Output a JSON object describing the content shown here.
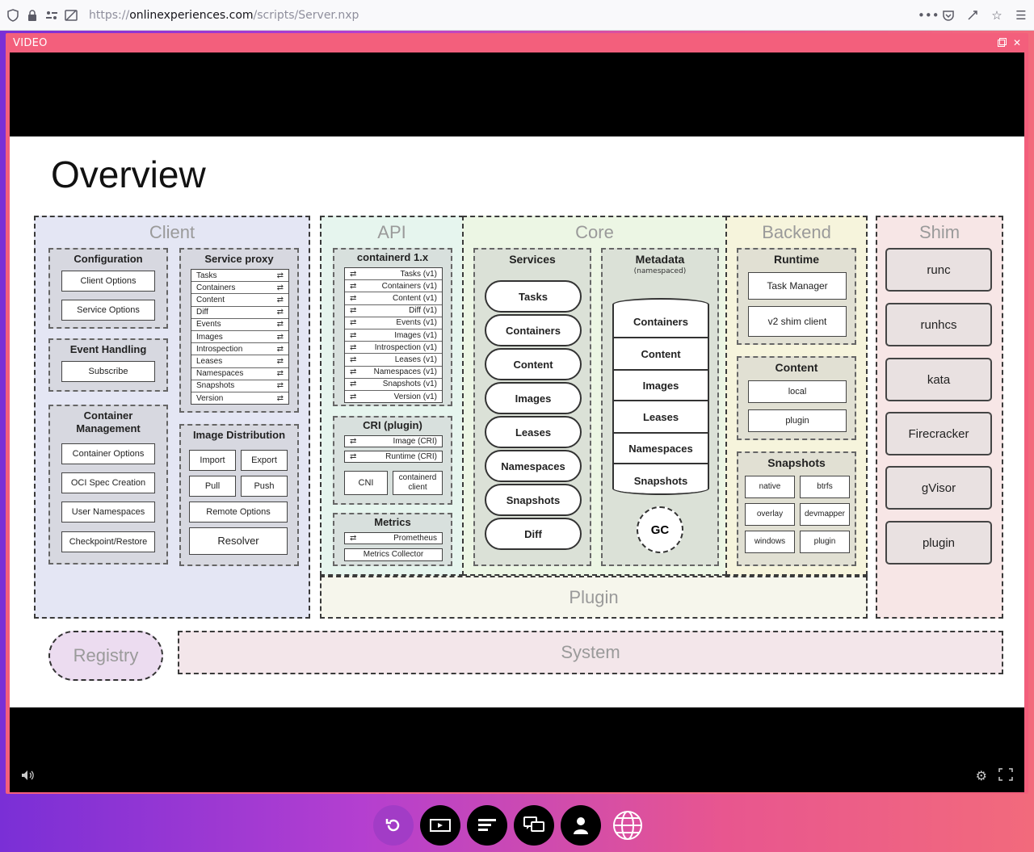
{
  "browser": {
    "url_prefix": "https://",
    "url_host": "onlinexperiences.com",
    "url_path": "/scripts/Server.nxp"
  },
  "video": {
    "label": "VIDEO"
  },
  "slide": {
    "title": "Overview",
    "regions": {
      "client": "Client",
      "api": "API",
      "core": "Core",
      "backend": "Backend",
      "shim": "Shim",
      "plugin": "Plugin",
      "registry": "Registry",
      "system": "System"
    },
    "client": {
      "configuration": {
        "title": "Configuration",
        "items": [
          "Client Options",
          "Service Options"
        ]
      },
      "event_handling": {
        "title": "Event Handling",
        "items": [
          "Subscribe"
        ]
      },
      "container_management": {
        "title_line1": "Container",
        "title_line2": "Management",
        "items": [
          "Container Options",
          "OCI Spec Creation",
          "User Namespaces",
          "Checkpoint/Restore"
        ]
      },
      "service_proxy": {
        "title": "Service proxy",
        "items": [
          "Tasks",
          "Containers",
          "Content",
          "Diff",
          "Events",
          "Images",
          "Introspection",
          "Leases",
          "Namespaces",
          "Snapshots",
          "Version"
        ]
      },
      "image_distribution": {
        "title": "Image Distribution",
        "items": [
          "Import",
          "Export",
          "Pull",
          "Push",
          "Remote Options",
          "Resolver"
        ]
      }
    },
    "api": {
      "containerd": {
        "title": "containerd 1.x",
        "items": [
          "Tasks (v1)",
          "Containers (v1)",
          "Content (v1)",
          "Diff (v1)",
          "Events (v1)",
          "Images (v1)",
          "Introspection (v1)",
          "Leases (v1)",
          "Namespaces (v1)",
          "Snapshots (v1)",
          "Version (v1)"
        ]
      },
      "cri": {
        "title": "CRI (plugin)",
        "items": [
          "Image (CRI)",
          "Runtime (CRI)"
        ],
        "cni": "CNI",
        "containerd_client_line1": "containerd",
        "containerd_client_line2": "client"
      },
      "metrics": {
        "title": "Metrics",
        "items": [
          "Prometheus",
          "Metrics Collector"
        ]
      }
    },
    "core": {
      "services": {
        "title": "Services",
        "items": [
          "Tasks",
          "Containers",
          "Content",
          "Images",
          "Leases",
          "Namespaces",
          "Snapshots",
          "Diff"
        ]
      },
      "metadata": {
        "title": "Metadata",
        "subtitle": "(namespaced)",
        "items": [
          "Containers",
          "Content",
          "Images",
          "Leases",
          "Namespaces",
          "Snapshots"
        ],
        "gc": "GC"
      }
    },
    "backend": {
      "runtime": {
        "title": "Runtime",
        "items": [
          "Task Manager",
          "v2 shim client"
        ]
      },
      "content": {
        "title": "Content",
        "items": [
          "local",
          "plugin"
        ]
      },
      "snapshots": {
        "title": "Snapshots",
        "items": [
          "native",
          "btrfs",
          "overlay",
          "devmapper",
          "windows",
          "plugin"
        ]
      }
    },
    "shim": {
      "items": [
        "runc",
        "runhcs",
        "kata",
        "Firecracker",
        "gVisor",
        "plugin"
      ]
    }
  },
  "colors": {
    "accent_pink": "#f35f7c",
    "accent_purple": "#7a2fd6",
    "client_bg": "#e4e6f4",
    "api_bg": "#e6f5ee",
    "core_bg": "#ecf6e4",
    "backend_bg": "#f6f4dc",
    "shim_bg": "#f7e6e6",
    "plugin_bg": "#f6f6ec",
    "system_bg": "#f3e6ea",
    "registry_bg": "#ecdcf0"
  },
  "dock": {
    "buttons": [
      "refresh-icon",
      "slides-icon",
      "agenda-icon",
      "chat-icon",
      "profile-icon",
      "globe-icon"
    ]
  }
}
